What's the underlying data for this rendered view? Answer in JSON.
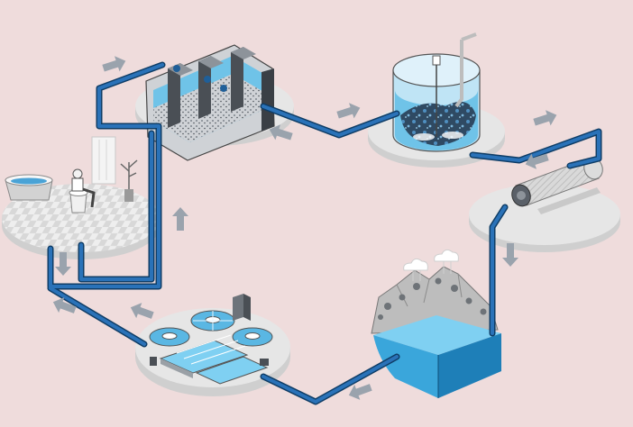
{
  "diagram": {
    "kind": "water-cycle-isometric-illustration",
    "background_color": "#efdcdc",
    "pipe_color": "#1f5f99",
    "pipe_outline_color": "#0f3d66",
    "water_color": "#6fc3e8",
    "arrow_color": "#9aa3ad",
    "platform_color": "#e7e7e7",
    "stations": [
      {
        "id": "home",
        "icon": "bathroom-icon"
      },
      {
        "id": "settling-tanks",
        "icon": "settling-tanks-icon"
      },
      {
        "id": "aeration-tank",
        "icon": "aeration-tank-icon"
      },
      {
        "id": "filter-pipe",
        "icon": "filter-cylinder-icon"
      },
      {
        "id": "lake",
        "icon": "lake-landscape-icon"
      },
      {
        "id": "treatment-plant",
        "icon": "treatment-plant-icon"
      }
    ],
    "flow_arrows": [
      {
        "id": "arrow-1",
        "icon": "right-arrow-icon"
      },
      {
        "id": "arrow-2",
        "icon": "right-arrow-icon"
      },
      {
        "id": "arrow-3",
        "icon": "right-arrow-icon"
      },
      {
        "id": "arrow-4",
        "icon": "left-arrow-icon"
      },
      {
        "id": "arrow-5",
        "icon": "down-arrow-icon"
      },
      {
        "id": "arrow-6",
        "icon": "left-arrow-icon"
      },
      {
        "id": "arrow-7",
        "icon": "left-arrow-icon"
      },
      {
        "id": "arrow-8",
        "icon": "left-arrow-icon"
      },
      {
        "id": "arrow-9",
        "icon": "down-arrow-icon"
      },
      {
        "id": "arrow-10",
        "icon": "up-arrow-icon"
      }
    ]
  }
}
